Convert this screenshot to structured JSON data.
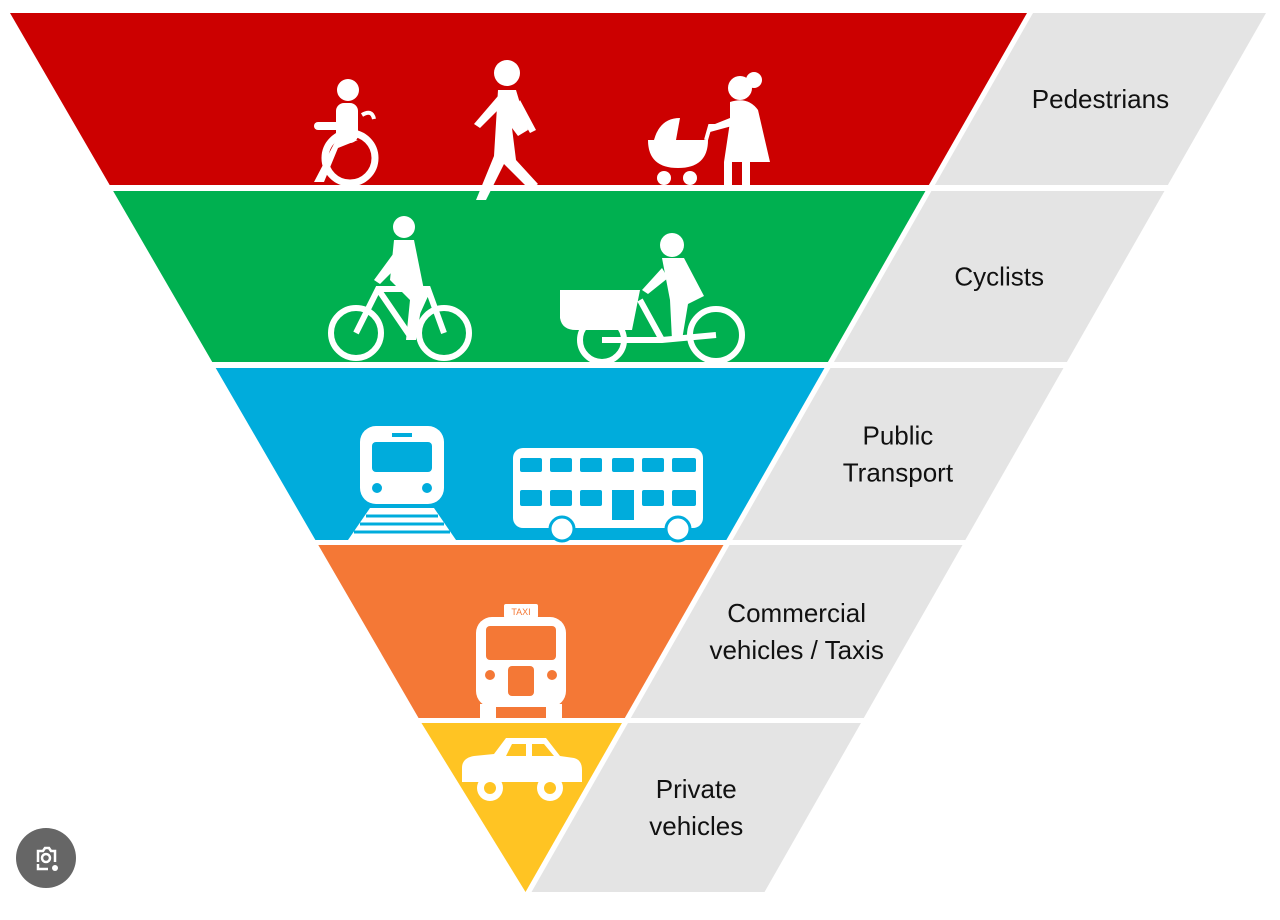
{
  "title": "Road user hierarchy",
  "levels": [
    {
      "name": "pedestrians",
      "label_lines": [
        "Pedestrians"
      ],
      "color": "#cc0000",
      "icons": [
        "wheelchair-user-icon",
        "walking-person-icon",
        "person-with-pram-icon"
      ]
    },
    {
      "name": "cyclists",
      "label_lines": [
        "Cyclists"
      ],
      "color": "#00b050",
      "icons": [
        "cyclist-icon",
        "cargo-bike-icon"
      ]
    },
    {
      "name": "public-transport",
      "label_lines": [
        "Public",
        "Transport"
      ],
      "color": "#00acdc",
      "icons": [
        "train-icon",
        "double-decker-bus-icon"
      ]
    },
    {
      "name": "commercial-vehicles-taxis",
      "label_lines": [
        "Commercial",
        "vehicles / Taxis"
      ],
      "color": "#f47836",
      "icons": [
        "taxi-icon"
      ]
    },
    {
      "name": "private-vehicles",
      "label_lines": [
        "Private",
        "vehicles"
      ],
      "color": "#ffc423",
      "icons": [
        "car-icon"
      ]
    }
  ],
  "label_bg_color": "#e4e4e4",
  "taxi_sign": "TAXI",
  "lens_button": "visual-search-icon"
}
